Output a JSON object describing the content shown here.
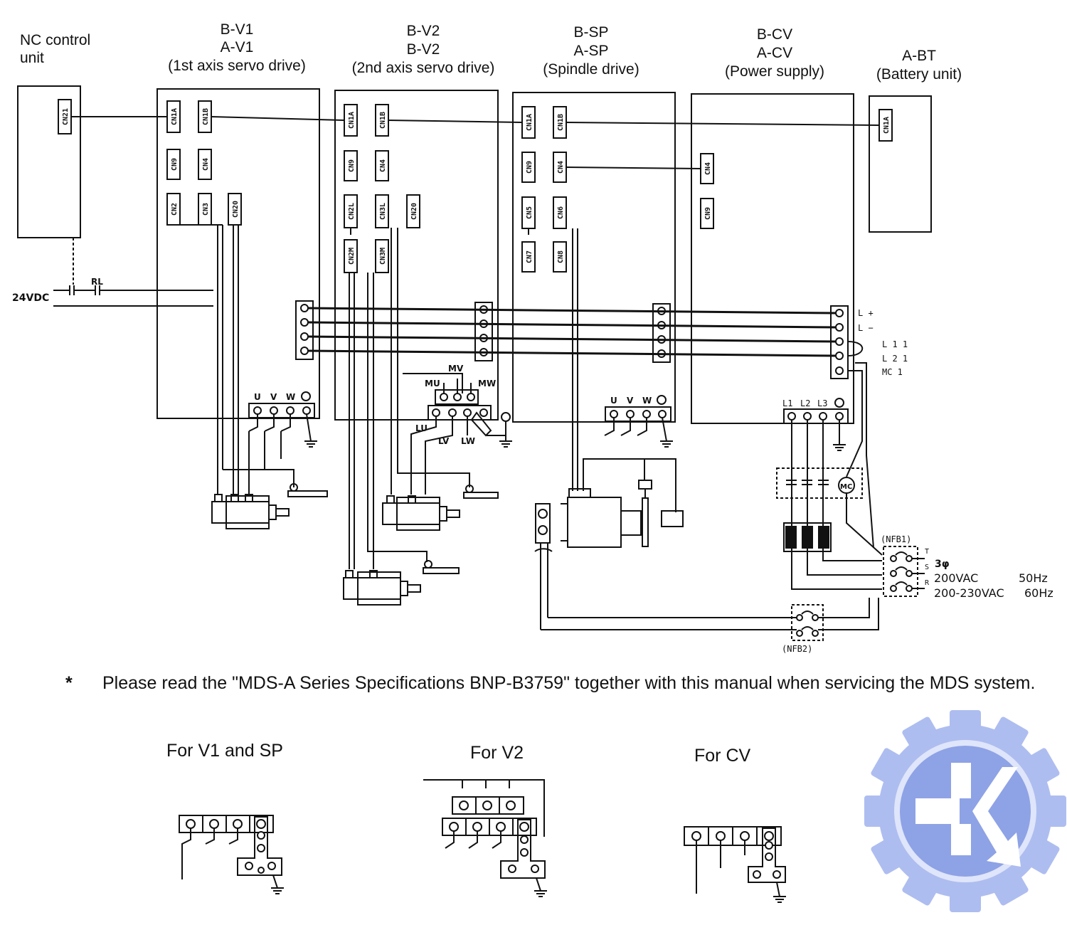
{
  "units": {
    "nc": {
      "line1": "NC control",
      "line2": "unit",
      "connector": "CN21"
    },
    "v1": {
      "line1": "B-V1",
      "line2": "A-V1",
      "line3": "(1st axis servo drive)",
      "connectors": [
        "CN1A",
        "CN1B",
        "CN9",
        "CN4",
        "CN2",
        "CN3",
        "CN20"
      ],
      "terminals": [
        "U",
        "V",
        "W"
      ]
    },
    "v2": {
      "line1": "B-V2",
      "line2": "B-V2",
      "line3": "(2nd axis servo drive)",
      "connectors": [
        "CN1A",
        "CN1B",
        "CN9",
        "CN4",
        "CN2L",
        "CN3L",
        "CN20",
        "CN2M",
        "CN3M"
      ],
      "terminals_top": [
        "MU",
        "MV",
        "MW"
      ],
      "terminals_bottom": [
        "LU",
        "LV",
        "LW"
      ]
    },
    "sp": {
      "line1": "B-SP",
      "line2": "A-SP",
      "line3": "(Spindle drive)",
      "connectors": [
        "CN1A",
        "CN1B",
        "CN9",
        "CN4",
        "CN5",
        "CN6",
        "CN7",
        "CN8"
      ],
      "terminals": [
        "U",
        "V",
        "W"
      ]
    },
    "cv": {
      "line1": "B-CV",
      "line2": "A-CV",
      "line3": "(Power supply)",
      "connectors": [
        "CN4",
        "CN9"
      ],
      "bus_labels": [
        "L +",
        "L −",
        "L 1 1",
        "L 2 1",
        "MC 1"
      ],
      "inputs": [
        "L1",
        "L2",
        "L3"
      ]
    },
    "bt": {
      "line1": "A-BT",
      "line2": "(Battery unit)",
      "connector": "CN1A"
    }
  },
  "wiring": {
    "dc_supply": "24VDC",
    "relay": "RL",
    "contactor": "MC",
    "nfb1": "(NFB1)",
    "nfb2": "(NFB2)",
    "phase_letters": [
      "T",
      "S",
      "R"
    ],
    "phase": "3φ",
    "supply_line1_voltage": "200VAC",
    "supply_line1_freq": "50Hz",
    "supply_line2_voltage": "200-230VAC",
    "supply_line2_freq": "60Hz"
  },
  "note": {
    "star": "*",
    "text": "Please read the \"MDS-A Series Specifications BNP-B3759\" together with this manual when servicing the MDS system."
  },
  "details": {
    "v1_sp": "For V1 and SP",
    "v2": "For V2",
    "cv": "For CV"
  },
  "colors": {
    "ink": "#111111",
    "logo": "#aebdf0",
    "logo_dark": "#8ea2e6"
  }
}
